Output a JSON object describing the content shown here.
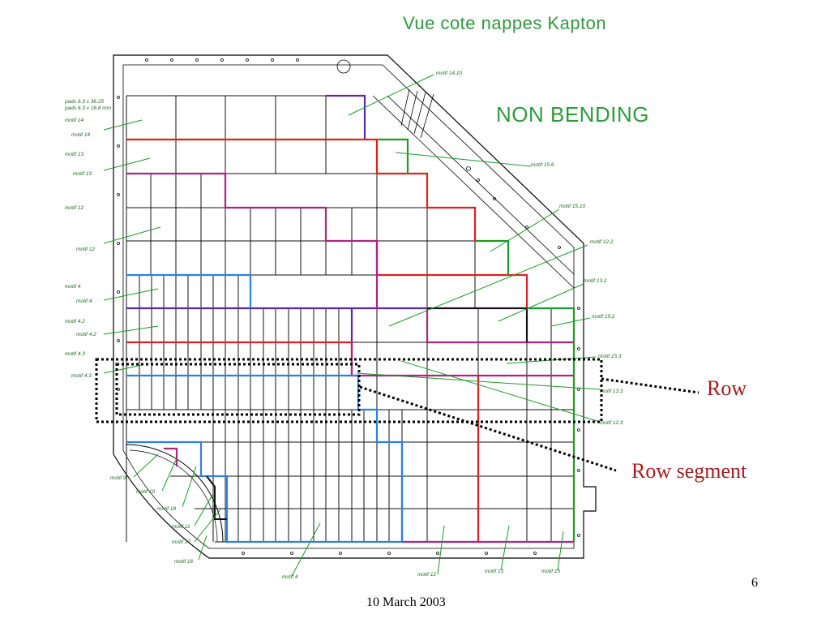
{
  "slide": {
    "title": "Vue cote nappes Kapton",
    "subtitle": "NON BENDING",
    "date": "10 March 2003",
    "page_number": "6"
  },
  "callouts": {
    "row": "Row",
    "row_segment": "Row segment"
  },
  "pad_info": {
    "line1": "pads 6.3 x 36.25",
    "line2": "pads 6.3 x 16.8 mm"
  },
  "motif_labels": [
    "motif 14.10",
    "motif 14",
    "motif 13",
    "motif 15.6",
    "motif 15.10",
    "motif 12",
    "motif 12.2",
    "motif 13.2",
    "motif 4",
    "motif 4.2",
    "motif 15.2",
    "motif 4.3",
    "motif 15.3",
    "motif 13.3",
    "motif 12.3",
    "motif 9",
    "motif 10",
    "motif 18",
    "motif 11",
    "motif 17",
    "motif 16",
    "motif 4",
    "motif 12",
    "motif 13",
    "motif 15"
  ],
  "side_tags": [
    "motif 14",
    "motif 13",
    "motif 12",
    "motif 4",
    "motif 4.2",
    "motif 4.3"
  ],
  "colors": {
    "title_green": "#2e9a3e",
    "callout_red": "#a51c1c",
    "red": "#e02020",
    "blue": "#2f7fe0",
    "magenta": "#b0247a",
    "purple": "#5a2aa0",
    "green": "#1d9a2a"
  }
}
